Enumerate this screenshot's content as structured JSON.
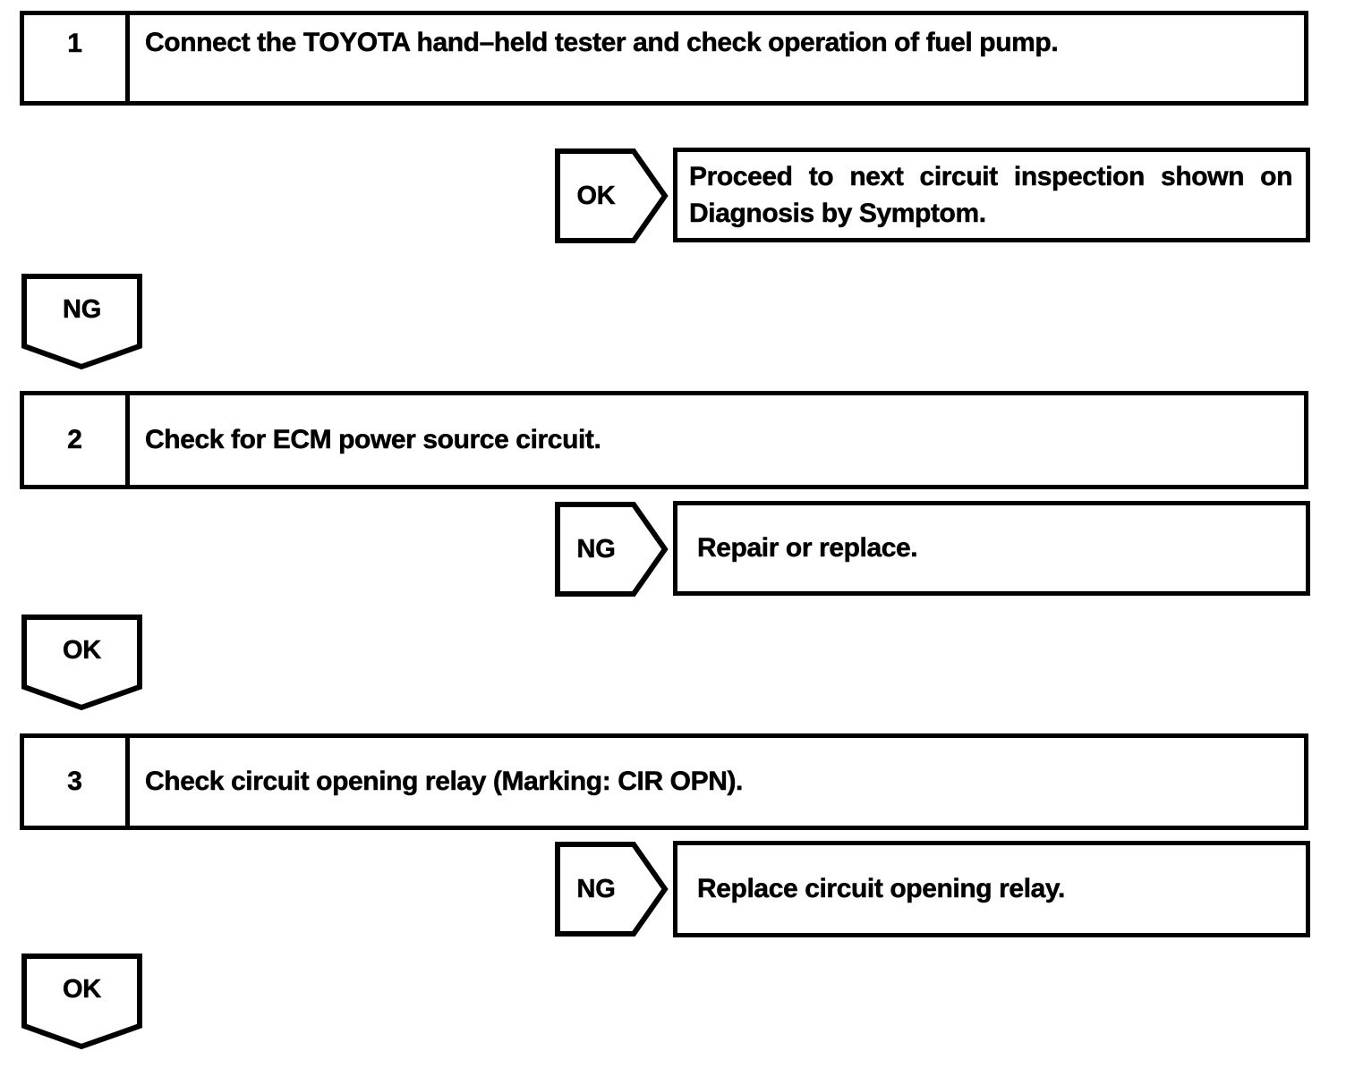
{
  "colors": {
    "ink": "#000000",
    "background": "#ffffff"
  },
  "flowchart": {
    "steps": [
      {
        "number": "1",
        "instruction": "Connect the TOYOTA hand–held tester and check operation of fuel pump.",
        "branch": {
          "label": "OK",
          "result_line1": "Proceed to next circuit inspection shown on",
          "result_line2": "Diagnosis by Symptom."
        },
        "continue_label": "NG"
      },
      {
        "number": "2",
        "instruction": "Check for ECM power source circuit.",
        "branch": {
          "label": "NG",
          "result_line1": "Repair or replace."
        },
        "continue_label": "OK"
      },
      {
        "number": "3",
        "instruction": "Check circuit opening relay (Marking: CIR OPN).",
        "branch": {
          "label": "NG",
          "result_line1": "Replace circuit opening relay."
        },
        "continue_label": "OK"
      }
    ]
  }
}
